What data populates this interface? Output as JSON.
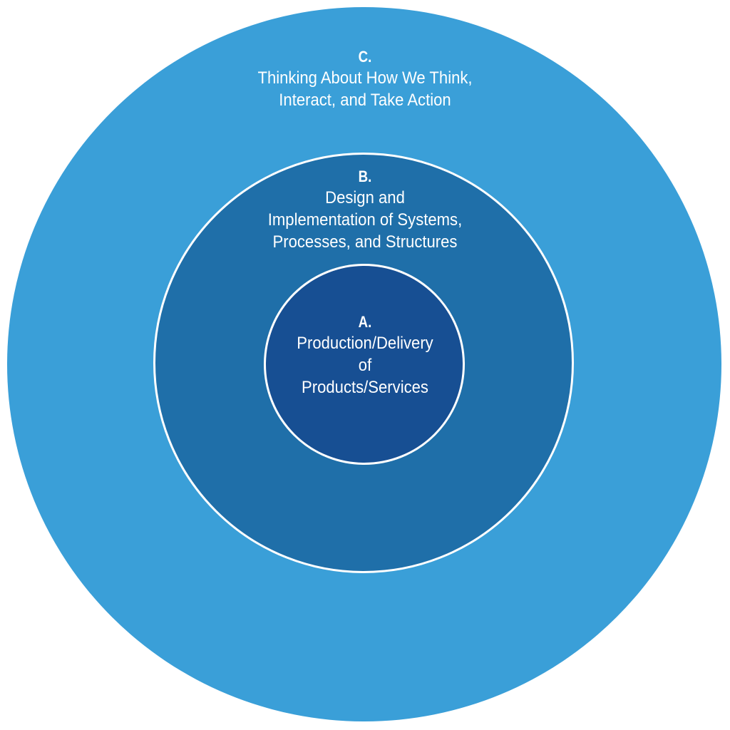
{
  "colors": {
    "outer_ring": "#3a9fd8",
    "middle_ring": "#1f6fa9",
    "inner_ring": "#174f93",
    "text": "#ffffff",
    "separator": "#ffffff"
  },
  "rings": {
    "c": {
      "letter": "C.",
      "lines": [
        "Thinking About How We Think,",
        "Interact, and Take Action"
      ]
    },
    "b": {
      "letter": "B.",
      "lines": [
        "Design and",
        "Implementation of Systems,",
        "Processes, and Structures"
      ]
    },
    "a": {
      "letter": "A.",
      "lines": [
        "Production/Delivery",
        "of",
        "Products/Services"
      ]
    }
  }
}
